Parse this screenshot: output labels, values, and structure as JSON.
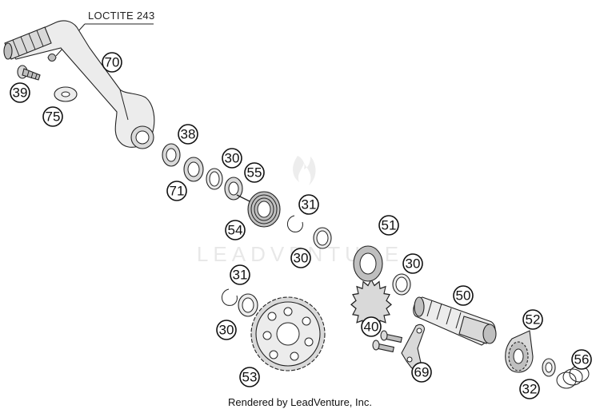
{
  "diagram": {
    "note_label": "LOCTITE 243",
    "watermark": "LEADVENTURE",
    "footer": "Rendered by LeadVenture, Inc.",
    "callouts": [
      "70",
      "39",
      "75",
      "38",
      "30",
      "71",
      "55",
      "31",
      "54",
      "51",
      "30",
      "30",
      "31",
      "50",
      "30",
      "40",
      "52",
      "53",
      "69",
      "56",
      "32"
    ]
  }
}
